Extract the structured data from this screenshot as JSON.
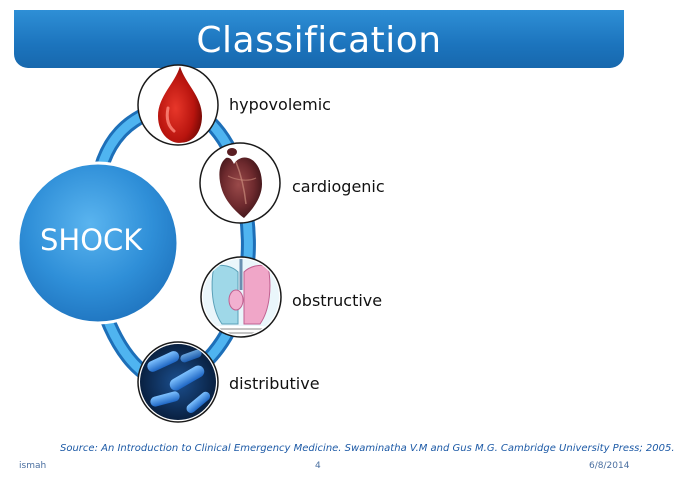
{
  "slide": {
    "title": "Classification",
    "center_label": "SHOCK",
    "categories": [
      {
        "label": "hypovolemic",
        "icon": "blood-drop-icon"
      },
      {
        "label": "cardiogenic",
        "icon": "heart-icon"
      },
      {
        "label": "obstructive",
        "icon": "lungs-icon"
      },
      {
        "label": "distributive",
        "icon": "bacteria-icon"
      }
    ],
    "source": "Source: An Introduction to Clinical Emergency Medicine. Swaminatha V.M and Gus M.G. Cambridge University Press; 2005.",
    "footer": {
      "left": "ismah",
      "page": "4",
      "date": "6/8/2014"
    }
  },
  "colors": {
    "banner": "#1c74bd",
    "connector": "#2a9be0",
    "shock_circle": "#2f8fd8",
    "title_text": "#ffffff"
  }
}
